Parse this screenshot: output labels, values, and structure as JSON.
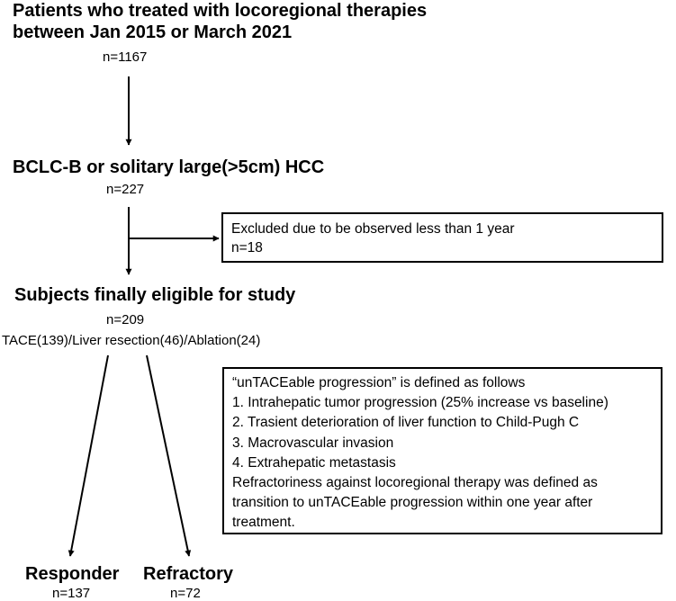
{
  "step1": {
    "title_line1": "Patients who treated with locoregional therapies",
    "title_line2": "between Jan 2015 or  March 2021",
    "count": "n=1167"
  },
  "step2": {
    "title": "BCLC-B or solitary large(>5cm) HCC",
    "count": "n=227"
  },
  "exclusion": {
    "text": "Excluded due to be observed less than 1 year",
    "count": "n=18"
  },
  "step3": {
    "title": "Subjects finally eligible for study",
    "count": "n=209",
    "breakdown": "TACE(139)/Liver resection(46)/Ablation(24)"
  },
  "definition": {
    "lines": [
      "“unTACEable progression” is defined as follows",
      "1. Intrahepatic tumor progression (25% increase vs baseline)",
      "2. Trasient deterioration of liver function to Child-Pugh C",
      "3. Macrovascular invasion",
      "4. Extrahepatic metastasis",
      "Refractoriness against locoregional therapy was defined as",
      "transition to unTACEable progression within one year after",
      "treatment."
    ]
  },
  "outcomes": {
    "responder": {
      "label": "Responder",
      "count": "n=137"
    },
    "refractory": {
      "label": "Refractory",
      "count": "n=72"
    }
  }
}
